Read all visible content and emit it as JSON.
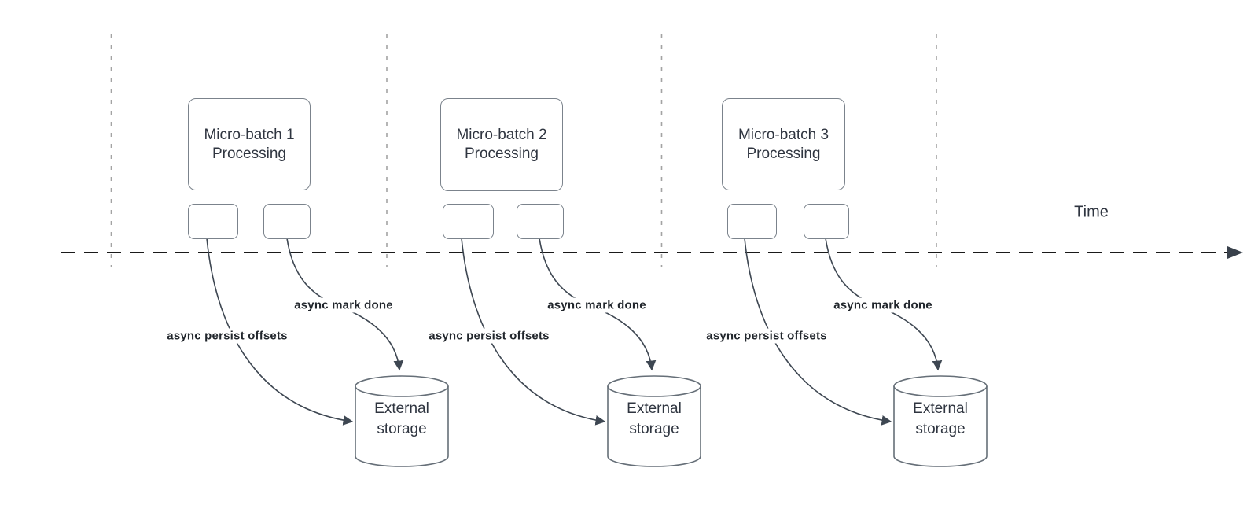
{
  "timeline": {
    "label": "Time"
  },
  "groups": [
    {
      "box_label": "Micro-batch 1\nProcessing",
      "persist_label": "async persist offsets",
      "done_label": "async mark done",
      "storage_label": "External\nstorage"
    },
    {
      "box_label": "Micro-batch 2\nProcessing",
      "persist_label": "async persist offsets",
      "done_label": "async mark done",
      "storage_label": "External\nstorage"
    },
    {
      "box_label": "Micro-batch 3\nProcessing",
      "persist_label": "async persist offsets",
      "done_label": "async mark done",
      "storage_label": "External\nstorage"
    }
  ],
  "colors": {
    "background": "#ffffff",
    "shape_border": "#7b838c",
    "cylinder_border": "#666f78",
    "arrow_stroke": "#3e4752",
    "timeline_stroke": "#1a1a1a",
    "guide_line": "#a3a3a3",
    "text": "#2f3540",
    "edge_label_text": "#21262c"
  }
}
